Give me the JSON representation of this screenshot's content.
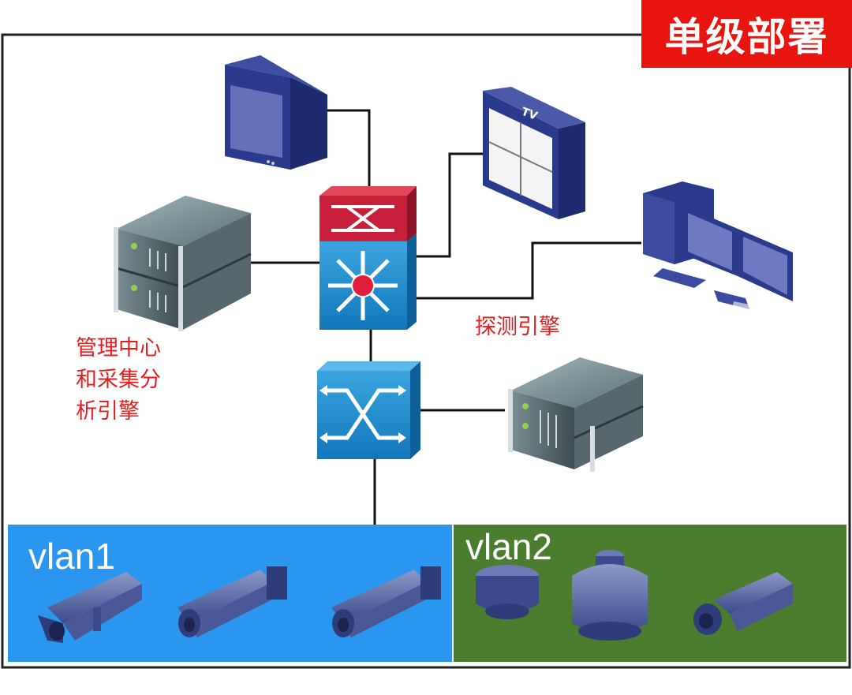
{
  "title": "单级部署",
  "labels": {
    "mgmt": [
      "管理中心",
      "和采集分",
      "析引擎"
    ],
    "probe": "探测引擎"
  },
  "vlans": [
    {
      "name": "vlan1",
      "color": "#2b96ef"
    },
    {
      "name": "vlan2",
      "color": "#4a7d2d"
    }
  ],
  "icons": {
    "monitor": "crt-monitor-icon",
    "tv": "tv-wall-icon",
    "workstation": "dual-monitor-workstation-icon",
    "router": "router-icon",
    "core_switch": "layer3-switch-icon",
    "access_switch": "switch-icon",
    "server_stack": "server-stack-icon",
    "probe_server": "server-icon",
    "cameras": [
      "box-camera-icon",
      "bullet-camera-icon",
      "bullet-camera-icon",
      "dome-camera-icon",
      "ptz-camera-icon",
      "box-camera-icon"
    ]
  },
  "colors": {
    "accent_red": "#e8140f",
    "label_red": "#e21e1e",
    "switch_blue": "#1f8fd0",
    "router_red": "#c8203a"
  }
}
